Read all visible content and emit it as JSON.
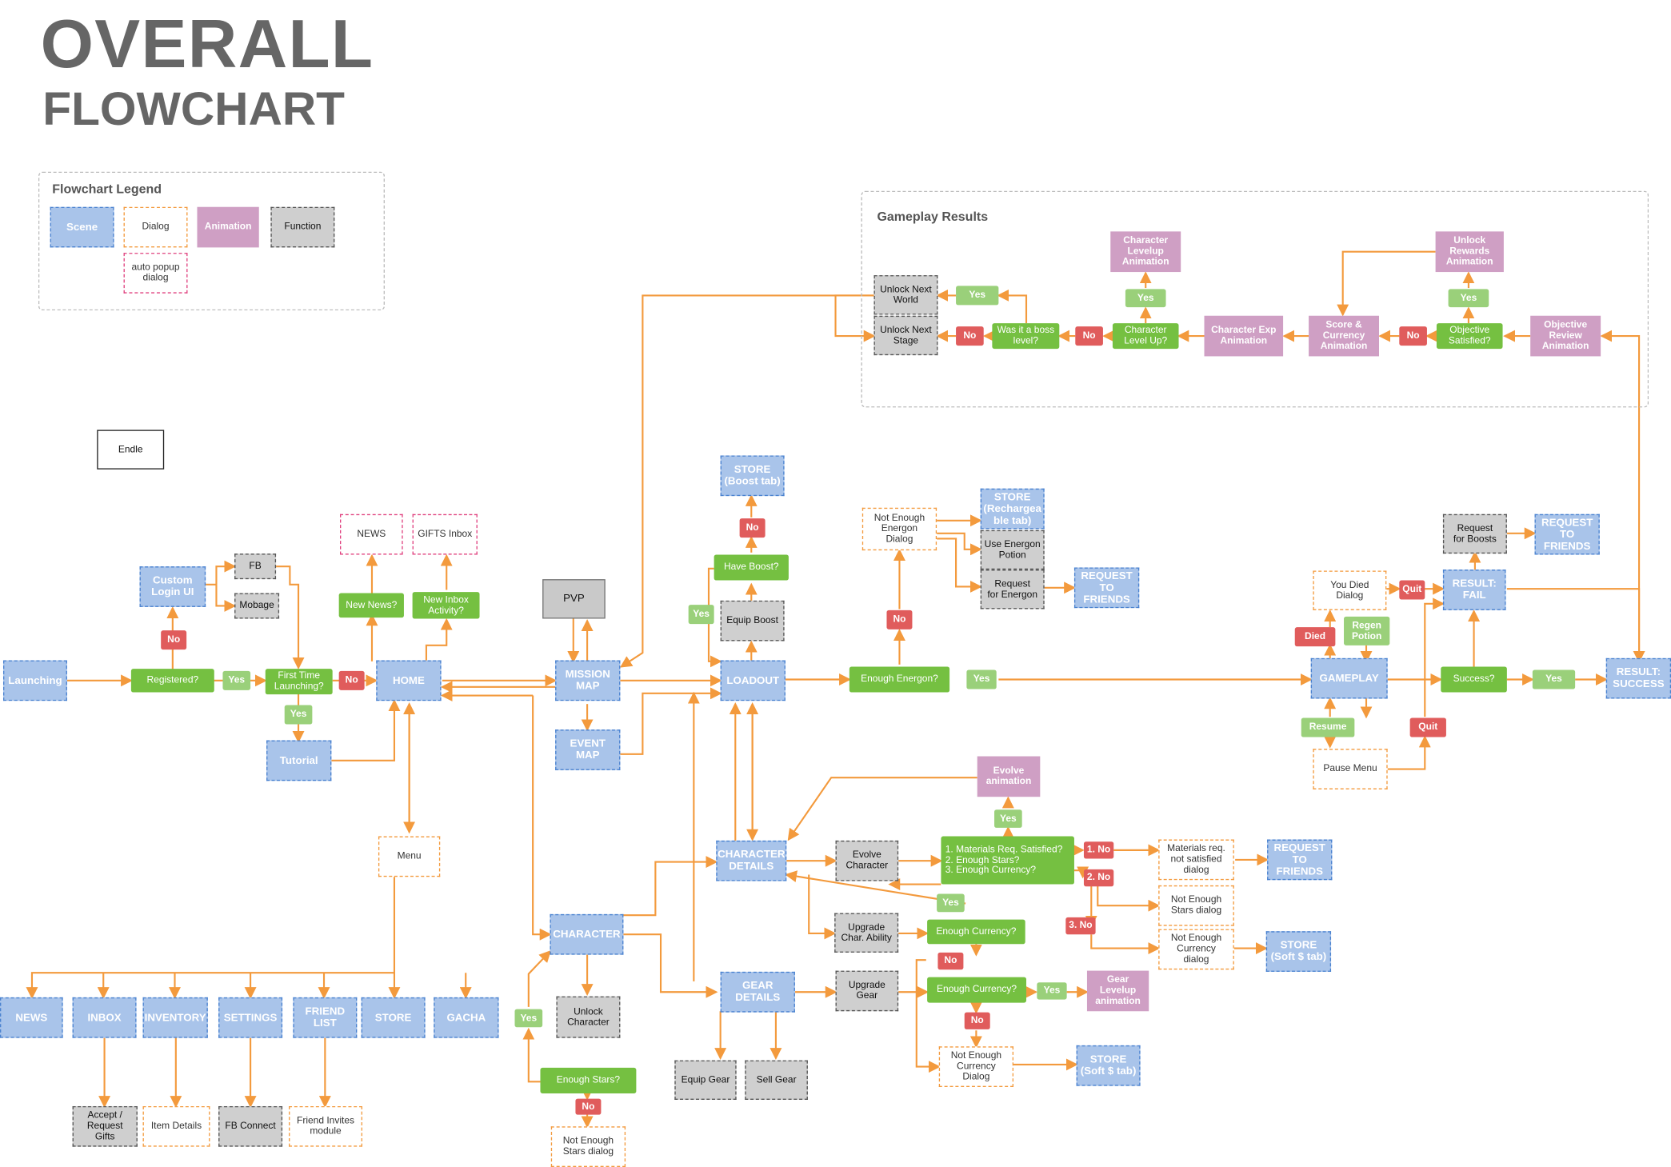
{
  "title": {
    "line1": "OVERALL",
    "line2": "FLOWCHART"
  },
  "legend": {
    "title": "Flowchart Legend",
    "scene": "Scene",
    "dialog": "Dialog",
    "animation": "Animation",
    "function": "Function",
    "popup": "auto popup\ndialog"
  },
  "gameplay_results": {
    "title": "Gameplay Results"
  },
  "colors": {
    "scene": "#a9c4ea",
    "scene_border": "#4a82d0",
    "dialog_border": "#f39a3d",
    "popup_border": "#e0417f",
    "animation": "#cf9fc4",
    "function": "#cfcfcf",
    "decision": "#75c041",
    "yes": "#9ad07a",
    "no": "#e05c5c",
    "arrow": "#f39a3d"
  },
  "nodes": {
    "launching": "Launching",
    "registered": "Registered?",
    "custom_login": "Custom\nLogin UI",
    "fb": "FB",
    "mobage": "Mobage",
    "first_time": "First Time\nLaunching?",
    "tutorial": "Tutorial",
    "home": "HOME",
    "news_popup": "NEWS",
    "gifts_inbox": "GIFTS Inbox",
    "new_news": "New News?",
    "new_inbox": "New Inbox\nActivity?",
    "pvp": "PVP",
    "mission_map": "MISSION\nMAP",
    "event_map": "EVENT\nMAP",
    "loadout": "LOADOUT",
    "store_boost": "STORE\n(Boost tab)",
    "have_boost": "Have Boost?",
    "equip_boost": "Equip Boost",
    "enough_energon": "Enough Energon?",
    "not_enough_energon": "Not Enough\nEnergon\nDialog",
    "store_recharge": "STORE\n(Rechargea\nble tab)",
    "use_energon": "Use Energon\nPotion",
    "request_energon": "Request\nfor Energon",
    "request_friends_1": "REQUEST\nTO\nFRIENDS",
    "gameplay": "GAMEPLAY",
    "you_died": "You Died\nDialog",
    "regen_potion": "Regen\nPotion",
    "pause_menu": "Pause Menu",
    "success_q": "Success?",
    "result_fail": "RESULT:\nFAIL",
    "result_success": "RESULT:\nSUCCESS",
    "request_boosts": "Request\nfor Boosts",
    "request_friends_2": "REQUEST\nTO\nFRIENDS",
    "unlock_world": "Unlock Next\nWorld",
    "unlock_stage": "Unlock Next\nStage",
    "boss_level": "Was it a boss\nlevel?",
    "char_level_up": "Character\nLevel Up?",
    "char_levelup_anim": "Character\nLevelup\nAnimation",
    "char_exp_anim": "Character Exp\nAnimation",
    "score_anim": "Score &\nCurrency\nAnimation",
    "objective_satisfied": "Objective\nSatisfied?",
    "unlock_rewards_anim": "Unlock\nRewards\nAnimation",
    "objective_review_anim": "Objective\nReview\nAnimation",
    "endless": "Endle",
    "menu": "Menu",
    "news": "NEWS",
    "inbox": "INBOX",
    "inventory": "INVENTORY",
    "settings": "SETTINGS",
    "friend_list": "FRIEND\nLIST",
    "store": "STORE",
    "gacha": "GACHA",
    "accept_gifts": "Accept /\nRequest\nGifts",
    "item_details": "Item Details",
    "fb_connect": "FB Connect",
    "friend_invites": "Friend Invites\nmodule",
    "character": "CHARACTER",
    "unlock_character": "Unlock\nCharacter",
    "enough_stars": "Enough Stars?",
    "not_enough_stars": "Not Enough\nStars dialog",
    "character_details": "CHARACTER\nDETAILS",
    "evolve_character": "Evolve\nCharacter",
    "evolve_anim": "Evolve\nanimation",
    "materials_req": "1. Materials Req. Satisfied?\n2. Enough Stars?\n3. Enough Currency?",
    "materials_dialog": "Materials req.\nnot satisfied\ndialog",
    "request_friends_3": "REQUEST\nTO\nFRIENDS",
    "not_enough_stars_2": "Not Enough\nStars dialog",
    "not_enough_currency_1": "Not Enough\nCurrency\ndialog",
    "store_soft_1": "STORE\n(Soft $ tab)",
    "upgrade_ability": "Upgrade\nChar. Ability",
    "enough_currency_1": "Enough Currency?",
    "gear_details": "GEAR\nDETAILS",
    "upgrade_gear": "Upgrade\nGear",
    "enough_currency_2": "Enough Currency?",
    "gear_levelup_anim": "Gear\nLevelup\nanimation",
    "not_enough_currency_2": "Not Enough\nCurrency\nDialog",
    "store_soft_2": "STORE\n(Soft $ tab)",
    "equip_gear": "Equip Gear",
    "sell_gear": "Sell Gear"
  },
  "labels": {
    "yes": "Yes",
    "no": "No",
    "died": "Died",
    "quit": "Quit",
    "resume": "Resume",
    "one_no": "1. No",
    "two_no": "2. No",
    "three_no": "3. No"
  }
}
